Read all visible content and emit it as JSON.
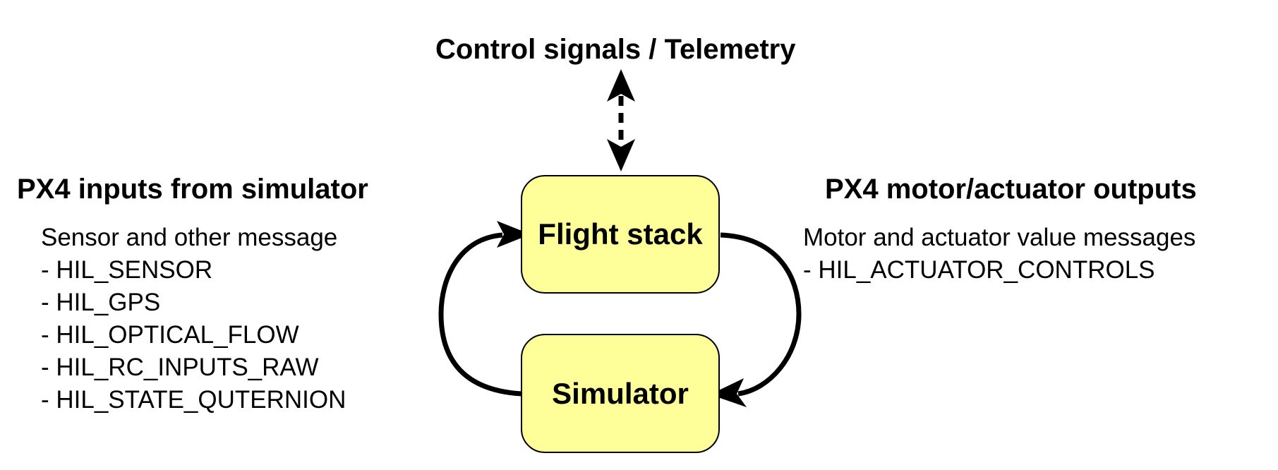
{
  "top_label": "Control signals / Telemetry",
  "left": {
    "title": "PX4 inputs from simulator",
    "description": "Sensor and other message",
    "items": [
      "- HIL_SENSOR",
      "- HIL_GPS",
      "- HIL_OPTICAL_FLOW",
      "- HIL_RC_INPUTS_RAW",
      "- HIL_STATE_QUTERNION"
    ]
  },
  "right": {
    "title": "PX4 motor/actuator outputs",
    "description": "Motor and actuator value messages",
    "items": [
      "- HIL_ACTUATOR_CONTROLS"
    ]
  },
  "boxes": {
    "flight_stack": "Flight stack",
    "simulator": "Simulator"
  },
  "colors": {
    "box_fill": "#ffff99",
    "stroke": "#000000"
  }
}
